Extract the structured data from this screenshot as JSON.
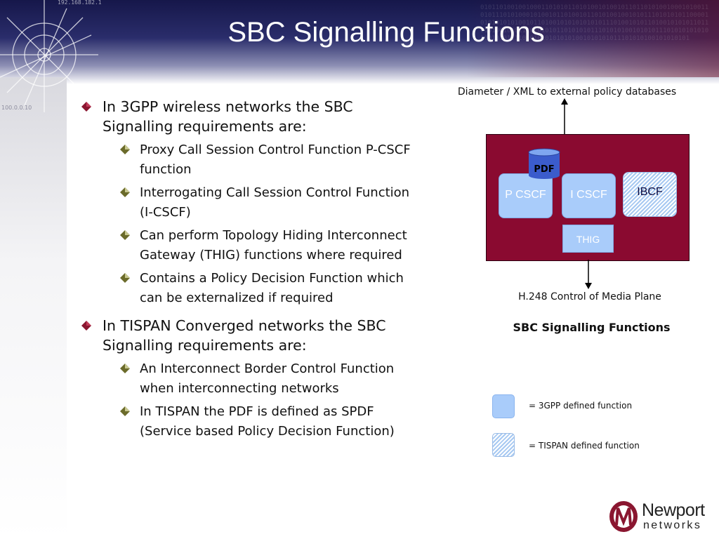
{
  "slide": {
    "title": "SBC Signalling Functions",
    "decoration": {
      "ip_top": "192.168.182.1",
      "ip_side": "100.0.0.10",
      "binary_text": "0101101001001000110101011010100101001011011010100100010100110101110101000101001011010010110101001001010111010101011000010101010101001011010010101010101011101001010110100101010110110101001010111010101011010101011101010100101010111010101010101001010111101010101010101001010101011101010100101010101"
    },
    "bullets": [
      {
        "level": 1,
        "text": "In 3GPP wireless networks the SBC Signalling requirements are:"
      },
      {
        "level": 2,
        "text": "Proxy Call Session Control Function P-CSCF function"
      },
      {
        "level": 2,
        "text": "Interrogating Call Session Control Function (I-CSCF)"
      },
      {
        "level": 2,
        "text": "Can perform Topology Hiding Interconnect Gateway (THIG) functions where required"
      },
      {
        "level": 2,
        "text": "Contains a Policy Decision Function which can be externalized if required"
      },
      {
        "level": 1,
        "text": "In TISPAN Converged networks the SBC Signalling requirements are:"
      },
      {
        "level": 2,
        "text": "An Interconnect Border Control Function when interconnecting networks"
      },
      {
        "level": 2,
        "text": "In TISPAN the PDF is defined as SPDF (Service based Policy Decision Function)"
      }
    ],
    "diagram": {
      "top_label": "Diameter / XML to external policy databases",
      "bottom_label": "H.248 Control of Media Plane",
      "caption": "SBC Signalling Functions",
      "container_color": "#8a0a30",
      "pdf_label": "PDF",
      "functions": {
        "pcscf": "P CSCF",
        "icscf": "I CSCF",
        "ibcf": "IBCF",
        "thig": "THIG"
      }
    },
    "legend": {
      "item_3gpp": "= 3GPP defined function",
      "item_tispan": "= TISPAN defined function",
      "color_3gpp": "#a9ccfa"
    },
    "logo": {
      "name": "Newport",
      "sub": "networks"
    }
  }
}
